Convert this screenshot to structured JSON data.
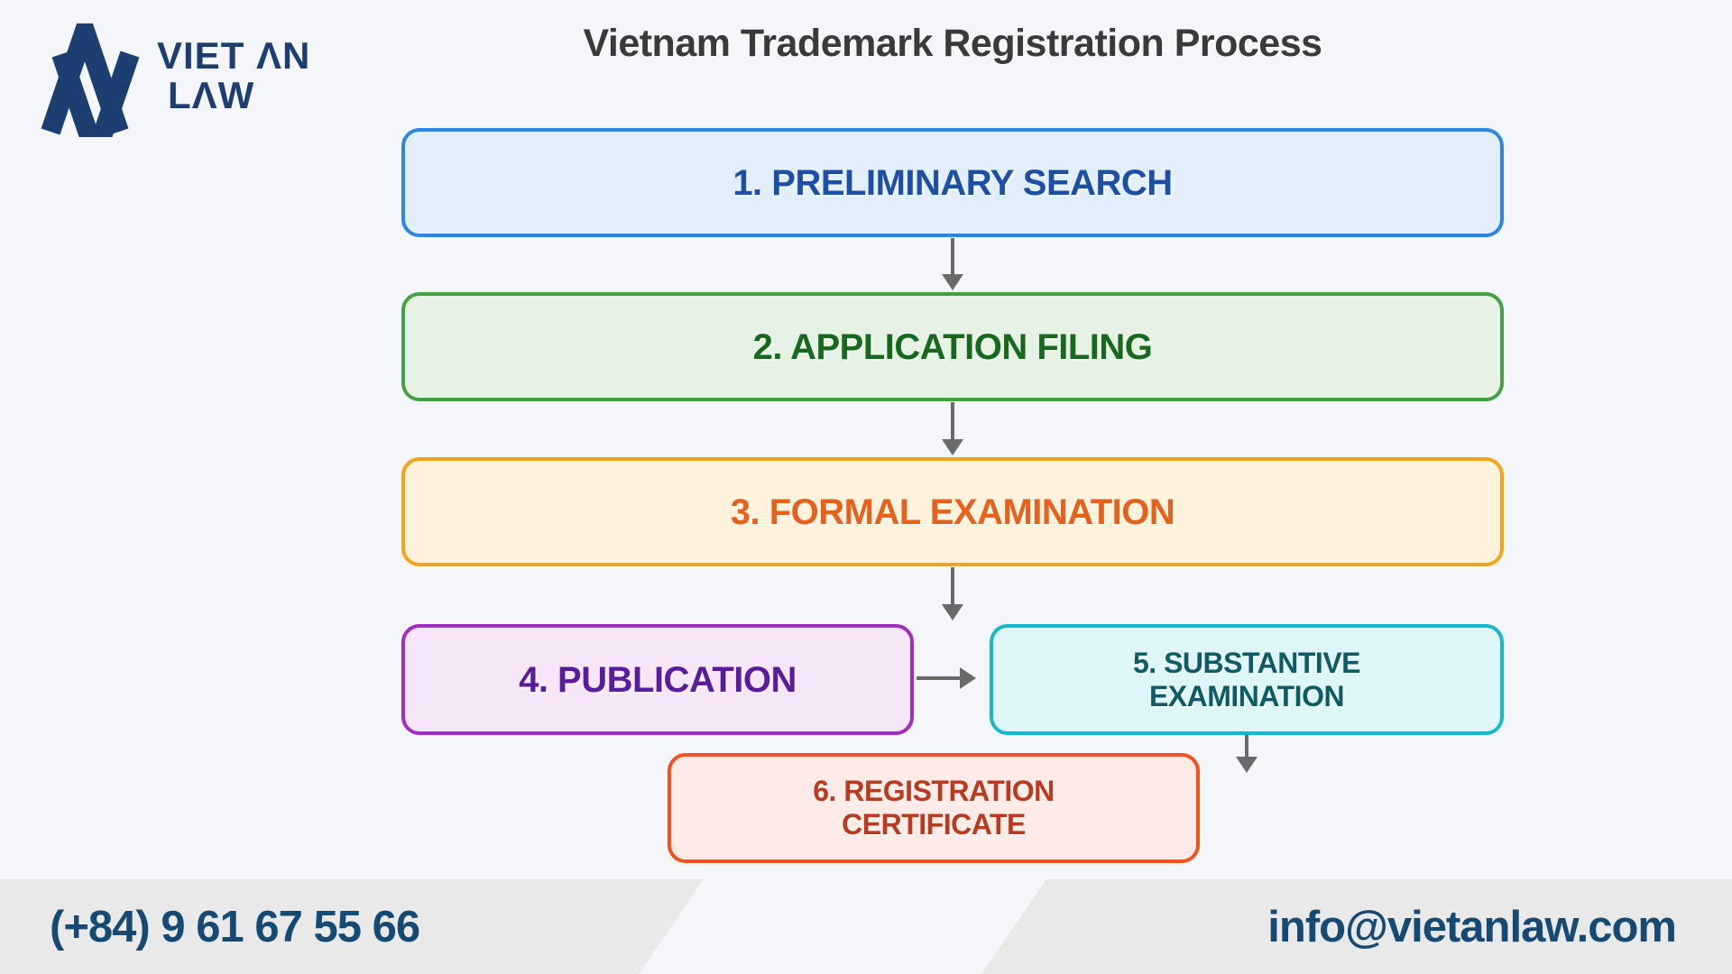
{
  "page": {
    "background_color": "#f4f6fa",
    "arrow_color": "#6a6a6a"
  },
  "logo": {
    "line1": "VIET ΛN",
    "line2": "LΛW",
    "color": "#1c3e70",
    "mark": "viet-an-monogram"
  },
  "title": "Vietnam Trademark Registration Process",
  "title_color": "#3a3a3a",
  "steps": [
    {
      "label": "1. PRELIMINARY SEARCH",
      "fill": "#e3eefb",
      "border": "#2e86e0",
      "text": "#1d4fa6"
    },
    {
      "label": "2. APPLICATION FILING",
      "fill": "#e6f2e3",
      "border": "#43a047",
      "text": "#17691f"
    },
    {
      "label": "3. FORMAL EXAMINATION",
      "fill": "#fdf3dd",
      "border": "#f5a31b",
      "text": "#e8611c"
    },
    {
      "label": "4. PUBLICATION",
      "fill": "#f6e7f8",
      "border": "#a32cc4",
      "text": "#5a1b9e"
    },
    {
      "label": "5. SUBSTANTIVE EXAMINATION",
      "fill": "#dff6f9",
      "border": "#16b8cb",
      "text": "#0d5c63"
    },
    {
      "label": "6. REGISTRATION CERTIFICATE",
      "fill": "#fcebe6",
      "border": "#f4511e",
      "text": "#bb3a1f"
    }
  ],
  "footer": {
    "phone": "(+84) 9 61 67 55 66",
    "email": "info@vietanlaw.com",
    "band_color": "#e9e9e9",
    "text_color": "#174a73"
  }
}
